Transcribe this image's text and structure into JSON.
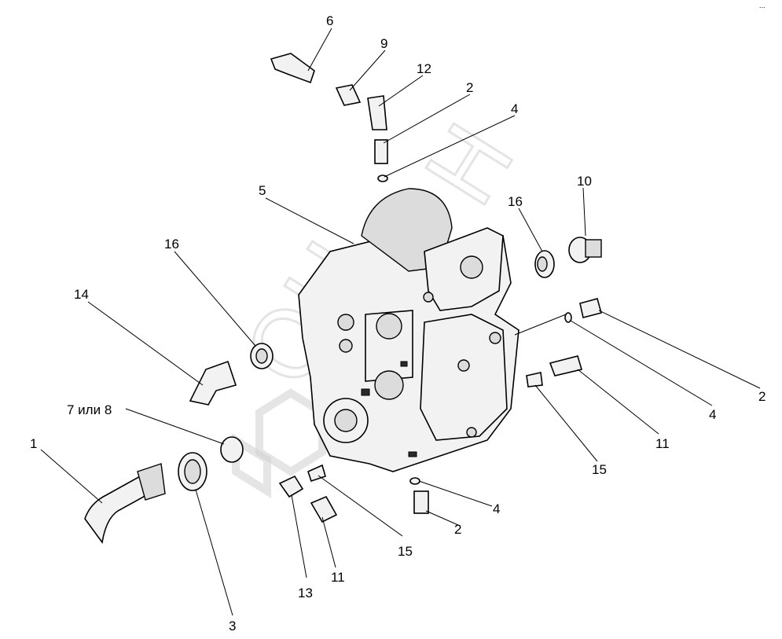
{
  "callouts": {
    "c1": "1",
    "c2a": "2",
    "c2b": "2",
    "c2c": "2",
    "c3": "3",
    "c4a": "4",
    "c4b": "4",
    "c4c": "4",
    "c5": "5",
    "c6": "6",
    "c7": "7 или 8",
    "c9": "9",
    "c10": "10",
    "c11a": "11",
    "c11b": "11",
    "c12": "12",
    "c13": "13",
    "c14": "14",
    "c15a": "15",
    "c15b": "15",
    "c16a": "16",
    "c16b": "16"
  },
  "corner_mark": "..."
}
